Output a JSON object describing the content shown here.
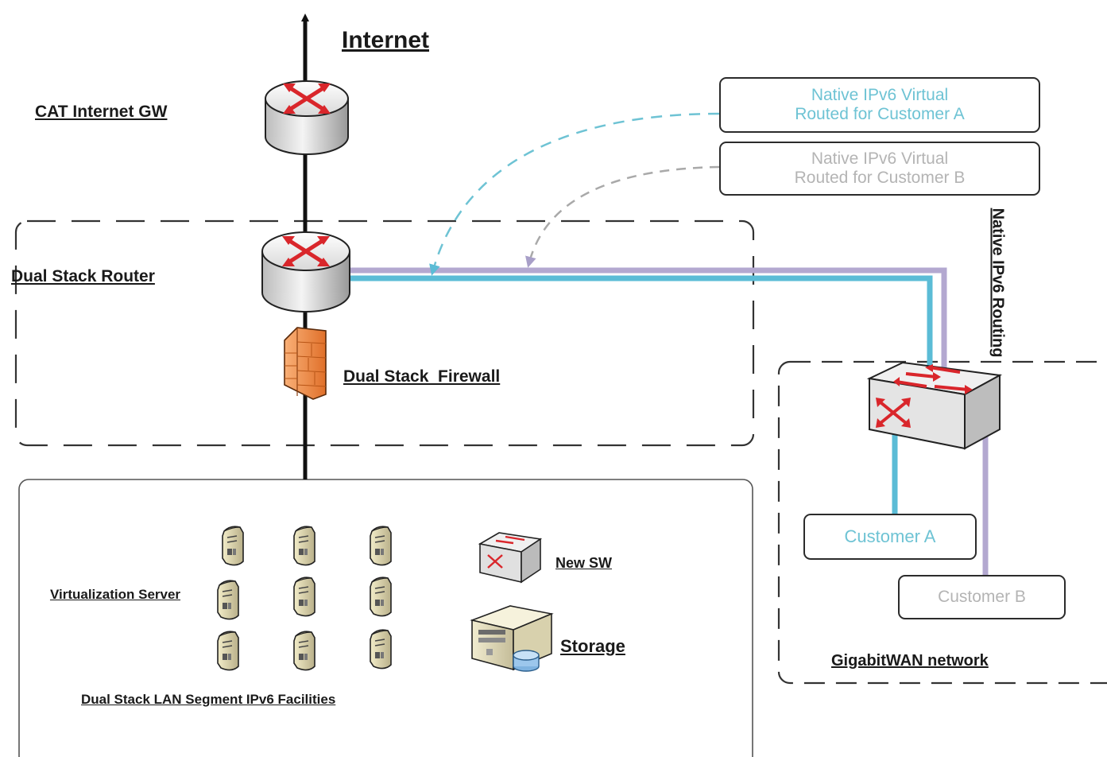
{
  "labels": {
    "internet": "Internet",
    "gateway": "CAT Internet GW",
    "router": "Dual Stack Router",
    "firewall": "Dual Stack  Firewall",
    "virtualization": "Virtualization Server",
    "new_sw": "New SW",
    "storage": "Storage",
    "lan_segment": "Dual Stack LAN Segment IPv6 Facilities",
    "wan_network": "GigabitWAN network",
    "routing_vertical": "Native IPv6 Routing"
  },
  "callouts": [
    {
      "line1": "Native IPv6 Virtual",
      "line2": "Routed for Customer A",
      "color": "#6ec3d4"
    },
    {
      "line1": "Native IPv6 Virtual",
      "line2": "Routed for Customer B",
      "color": "#b4b4b4"
    }
  ],
  "customers": [
    {
      "label": "Customer A",
      "color": "#6ec3d4"
    },
    {
      "label": "Customer B",
      "color": "#b4b4b4"
    }
  ],
  "colors": {
    "customer_a_path": "#5bbcd6",
    "customer_b_path": "#b3a8d0",
    "router_arrows": "#d9262b",
    "firewall": "#f28a3c",
    "dashed_border": "#333333"
  },
  "icons": [
    "router-icon",
    "firewall-icon",
    "switch-icon",
    "server-icon",
    "storage-icon"
  ]
}
